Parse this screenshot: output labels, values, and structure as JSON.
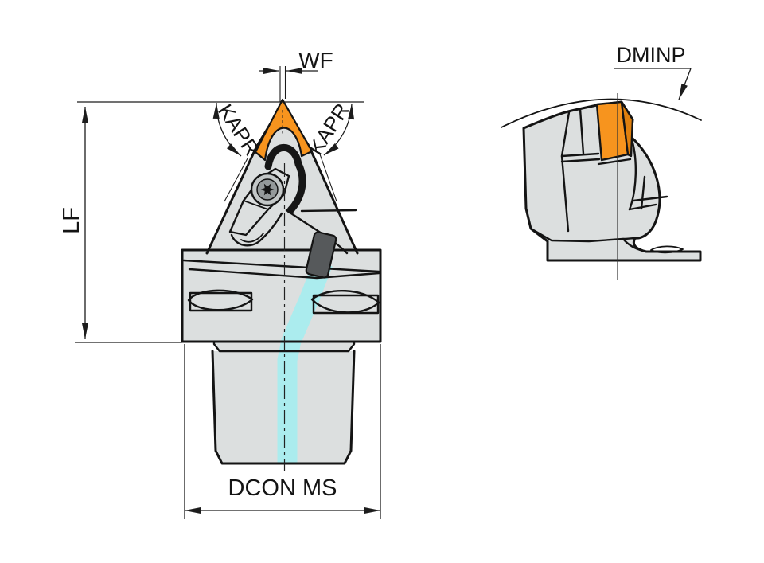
{
  "labels": {
    "wf": "WF",
    "kapr_left": "KAPR",
    "kapr_right": "KAPR",
    "lf": "LF",
    "dcon": "DCON MS",
    "dminp": "DMINP"
  },
  "colors": {
    "outline": "#141414",
    "body_gray": "#dcdfdf",
    "insert_orange": "#f7941e",
    "insert_orange_shade": "#e0800e",
    "coolant_cyan": "#abecee",
    "pin_gray": "#56595b",
    "screw_gray": "#c3c7c7",
    "screw_gray_dark": "#94999a",
    "dimension": "#1c1c1c",
    "background": "#ffffff"
  }
}
